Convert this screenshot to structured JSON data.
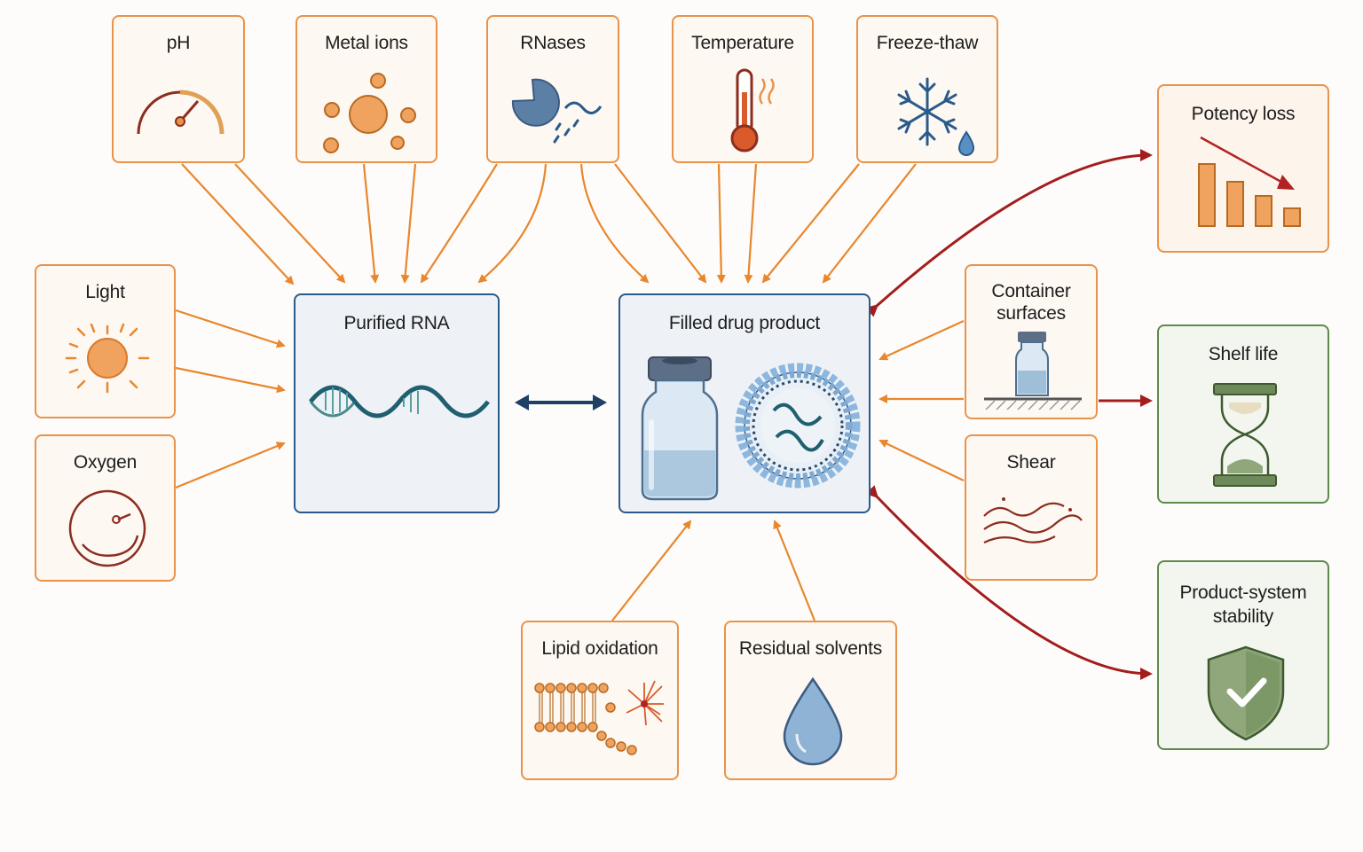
{
  "factors": {
    "ph": "pH",
    "metal_ions": "Metal ions",
    "rnases": "RNases",
    "temperature": "Temperature",
    "freeze_thaw": "Freeze-thaw",
    "light": "Light",
    "oxygen": "Oxygen",
    "container_surfaces_1": "Container",
    "container_surfaces_2": "surfaces",
    "shear": "Shear",
    "lipid_oxidation": "Lipid oxidation",
    "residual_solvents": "Residual solvents"
  },
  "centers": {
    "purified_rna": "Purified RNA",
    "filled_drug_product": "Filled drug product"
  },
  "outcomes": {
    "potency_loss": "Potency loss",
    "shelf_life": "Shelf life",
    "product_system_1": "Product-system",
    "product_system_2": "stability"
  },
  "colors": {
    "factor_border": "#e8934a",
    "factor_arrow": "#e8872e",
    "center_border": "#2a5a8a",
    "outcome_arrow": "#a31d1d",
    "green_border": "#5e8a4c",
    "double_arrow": "#1e3f66"
  },
  "icons": [
    "gauge-icon",
    "metal-ions-icon",
    "rnase-icon",
    "thermometer-icon",
    "snowflake-icon",
    "sun-icon",
    "oxygen-icon",
    "rna-strand-icon",
    "vial-icon",
    "lipid-nanoparticle-icon",
    "container-vial-icon",
    "shear-waves-icon",
    "lipid-chain-icon",
    "droplet-icon",
    "bar-decline-icon",
    "hourglass-icon",
    "shield-check-icon"
  ]
}
